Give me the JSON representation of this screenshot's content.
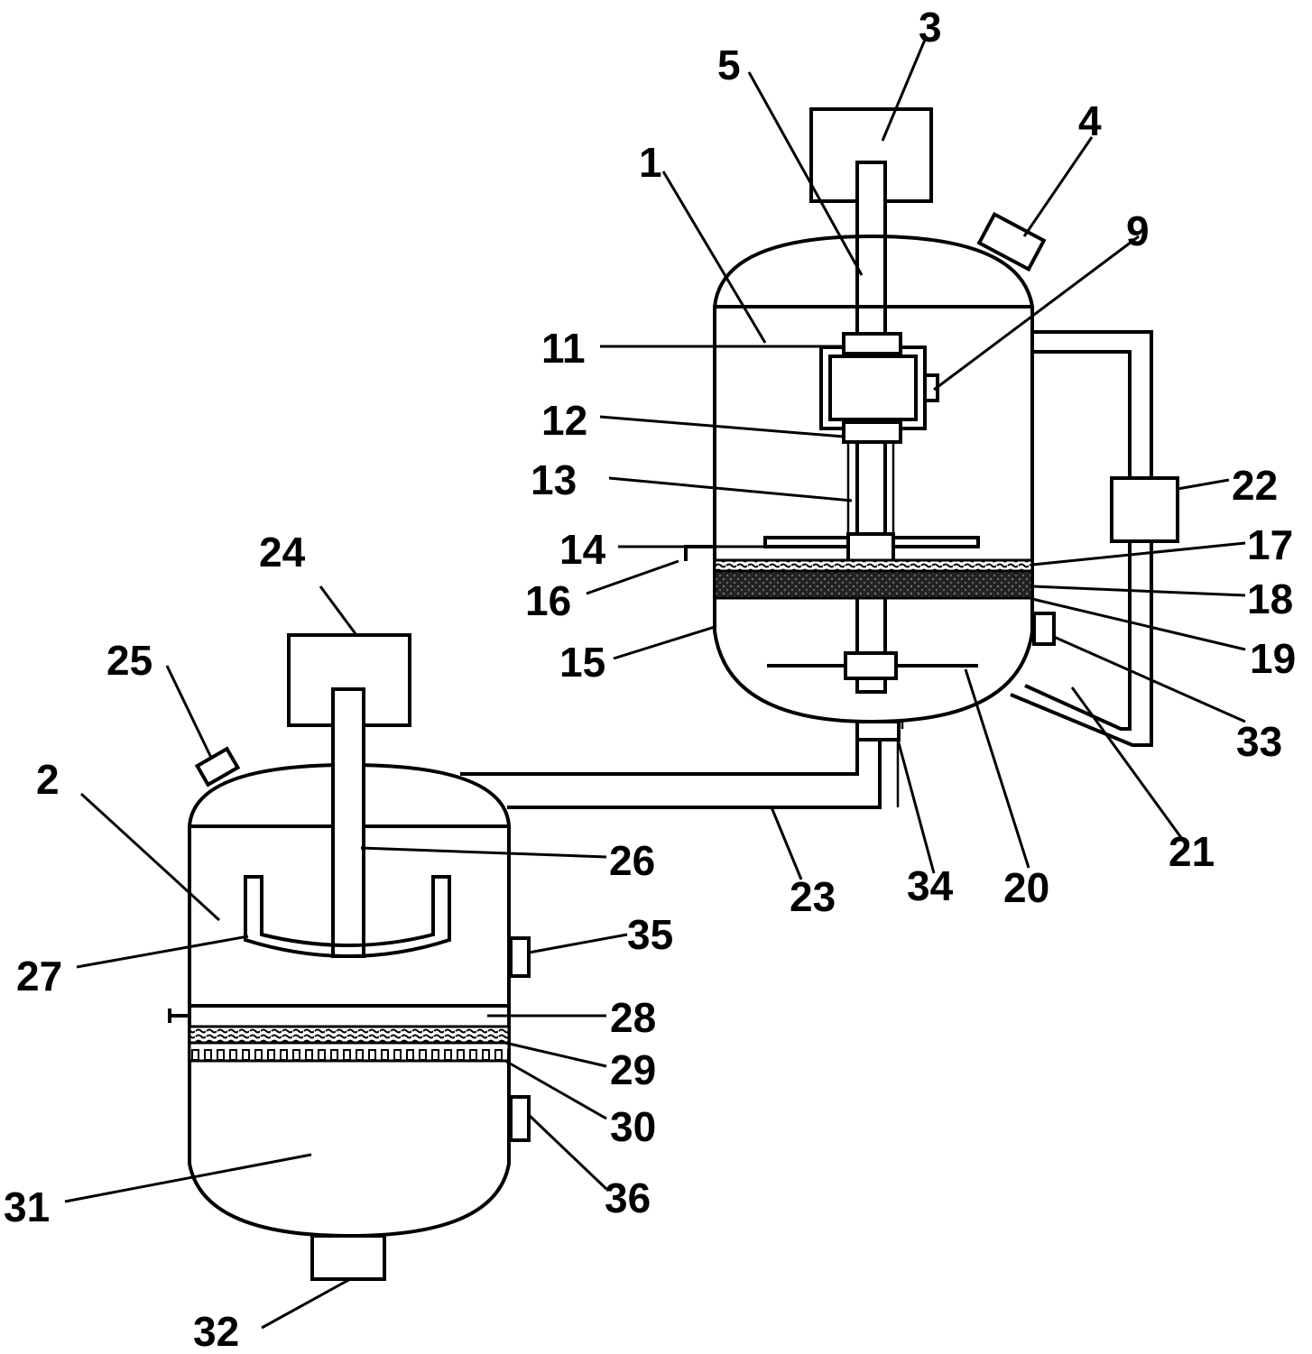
{
  "labels": {
    "l1": "1",
    "l2": "2",
    "l3": "3",
    "l4": "4",
    "l5": "5",
    "l9": "9",
    "l11": "11",
    "l12": "12",
    "l13": "13",
    "l14": "14",
    "l15": "15",
    "l16": "16",
    "l17": "17",
    "l18": "18",
    "l19": "19",
    "l20": "20",
    "l21": "21",
    "l22": "22",
    "l23": "23",
    "l24": "24",
    "l25": "25",
    "l26": "26",
    "l27": "27",
    "l28": "28",
    "l29": "29",
    "l30": "30",
    "l31": "31",
    "l32": "32",
    "l33": "33",
    "l34": "34",
    "l35": "35",
    "l36": "36"
  }
}
